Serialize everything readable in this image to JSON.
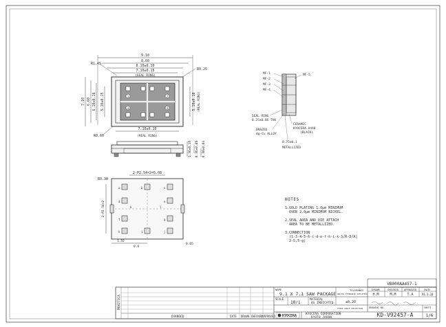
{
  "drawing": {
    "code_box": "VB000AA457-1",
    "title": "9.1 X 7.1 SAW PACKAGE",
    "tolerance_head": "TOLERANCE",
    "tolerance_sub": "UNLESS OTHERWISE SPECIFIED",
    "tolerance_value": "±0.20",
    "scale_label": "SCALE",
    "scale_value": "10/1",
    "material_label": "MATERIAL",
    "material_value": "AS INDICATED",
    "name_label": "NAME",
    "third_angle": "THIRD ANGLE PROJECTION",
    "company": "KYOCERA CORPORATION",
    "location": "KYOTO JAPAN",
    "drawing_number": "KD-V92457-A",
    "drawing_no_label": "DRAWING NO.",
    "sheet_label": "SHEET",
    "sheet_value": "1/6",
    "approval_headers": [
      "DRAWN",
      "CHECKED",
      "APPROVED",
      "DATE"
    ],
    "approval_values": [
      "H.M",
      "M.M",
      "T.A",
      "93.3.10"
    ],
    "side_code": "M00273CA",
    "rev_headers": [
      "CHANGED",
      "DATE",
      "DRAWN",
      "CHECKED",
      "APPROVED"
    ],
    "logo": "KYOCERA"
  },
  "notes": {
    "heading": "NOTES",
    "items": [
      "1.GOLD PLATING 1.0μm MINIMUM\n  OVER 2.0μm MINIMUM NICKEL.",
      "2.SEAL AREA AND DIE ATTACH\n  AREA TO BE METALLIZED.",
      "3.CONNECTION\n  (1-3-4-5-6-c-d-e-f-h-i-k-S/R-D/A)\n  2-5,5-g)"
    ]
  },
  "top_view": {
    "dims": {
      "width_overall": "9.10",
      "width_inner": "8.60",
      "width_cavity": "8.10±0.10",
      "width_seal": "7.10±0.15",
      "seal_ring": "(SEAL RING)",
      "width_real": "7.10±0.10",
      "real_ring": "(REAL RING)",
      "radius_tl": "R1.45",
      "radius_tr": "R0.25",
      "chamfer_bl": "R0.60",
      "height_overall": "7.10",
      "height_inner": "6.60",
      "height_mid": "6.10±0.10",
      "height_seal": "5.10±0.15",
      "height_real": "5.10±0.10",
      "real_ring_v": "(REAL RING)"
    },
    "pad_labels": [
      "1",
      "2",
      "3",
      "4"
    ]
  },
  "side_view": {
    "dims": [
      "1.36±0.15",
      "0.36±0.05",
      "0.38±0.04"
    ]
  },
  "bottom_view": {
    "dims": {
      "pitch": "2-P2.54×2=5.08",
      "pad_size": "R0.30",
      "left_pitch": "2-P2.54×2",
      "bottom_a": "1.52",
      "bottom_b": "0.8",
      "bottom_c": "0.65"
    },
    "pad_labels": [
      "a",
      "b",
      "c",
      "d",
      "e",
      "f",
      "g",
      "h",
      "i",
      "j",
      "k",
      "l"
    ]
  },
  "section_view": {
    "labels": [
      "MF-1",
      "MF-2",
      "MF-3",
      "MF-4"
    ],
    "label_right": "MF-5",
    "seal_ring": "SEAL RING",
    "seal_ring_material": "0.25±0.05 THK",
    "brazed": "BRAZED",
    "brazed_material": "Ag-Cu ALLOY",
    "ceramic": "CERAMIC",
    "ceramic_material": "KYOCERA A440",
    "ceramic_color": "(BLACK)",
    "metallized": "METALLIZED",
    "metallized_dim": "0.75±0.1"
  }
}
